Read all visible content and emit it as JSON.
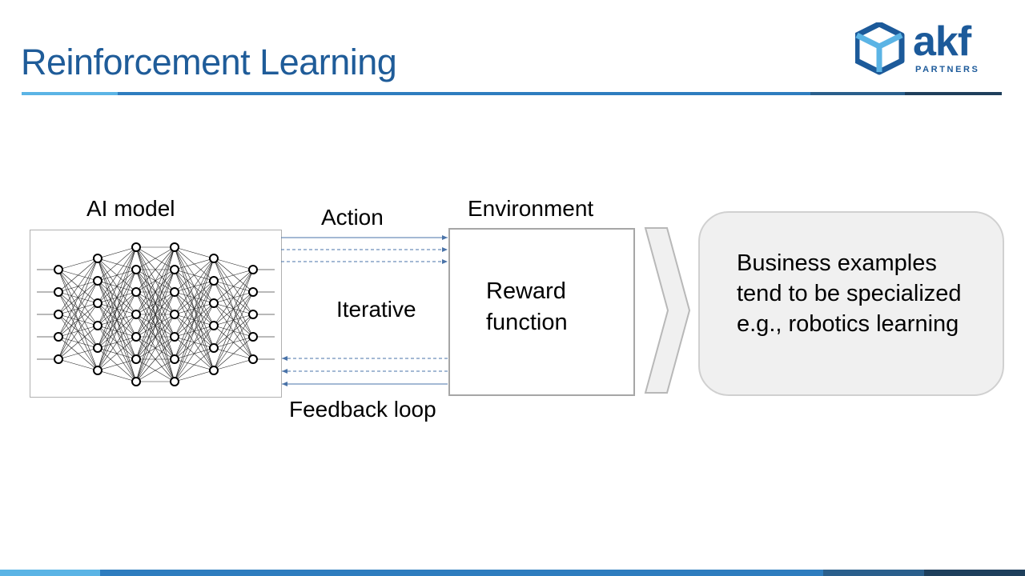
{
  "slide": {
    "title": "Reinforcement Learning"
  },
  "logo": {
    "wordmark": "akf",
    "subtitle": "PARTNERS",
    "icon": "cube-icon",
    "color": "#1c5a9a"
  },
  "diagram": {
    "model_label": "AI model",
    "action_label": "Action",
    "iterative_label": "Iterative",
    "feedback_label": "Feedback loop",
    "environment_label": "Environment",
    "reward_lines": [
      "Reward",
      "function"
    ],
    "business_lines": [
      "Business examples",
      "tend to be specialized",
      "e.g., robotics learning"
    ]
  },
  "colors": {
    "title": "#1f5c99",
    "arrows": "#4a73a8",
    "bar_segments": [
      "#5bb4e5",
      "#2e7dbf",
      "#2a5f8c",
      "#1e3f5c"
    ]
  }
}
